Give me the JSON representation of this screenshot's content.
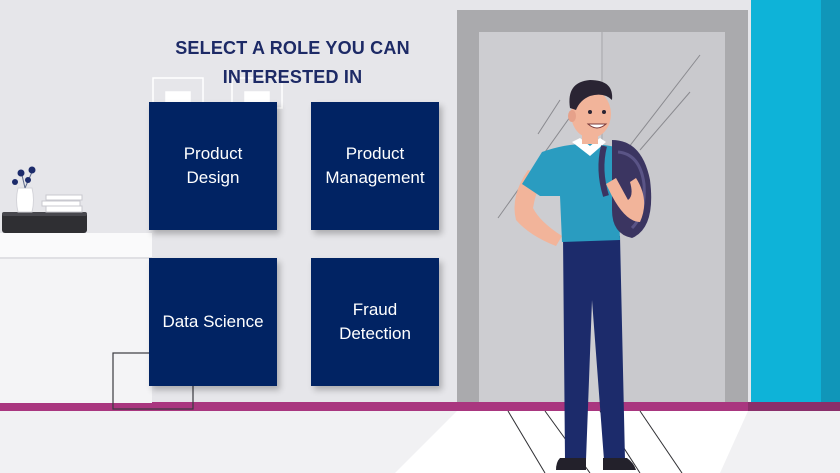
{
  "heading": {
    "line1": "SELECT A ROLE YOU CAN",
    "line2": "INTERESTED IN"
  },
  "roles": [
    {
      "label": "Product\nDesign"
    },
    {
      "label": "Product\nManagement"
    },
    {
      "label": "Data Science"
    },
    {
      "label": "Fraud\nDetection"
    }
  ],
  "colors": {
    "card": "#012363",
    "heading": "#1d2a66",
    "accent_stripe": "#a9367f",
    "teal_wall": "#0eb3d8",
    "shirt": "#2a9cc0",
    "pants": "#1c2b6b",
    "backpack": "#3b3561"
  }
}
